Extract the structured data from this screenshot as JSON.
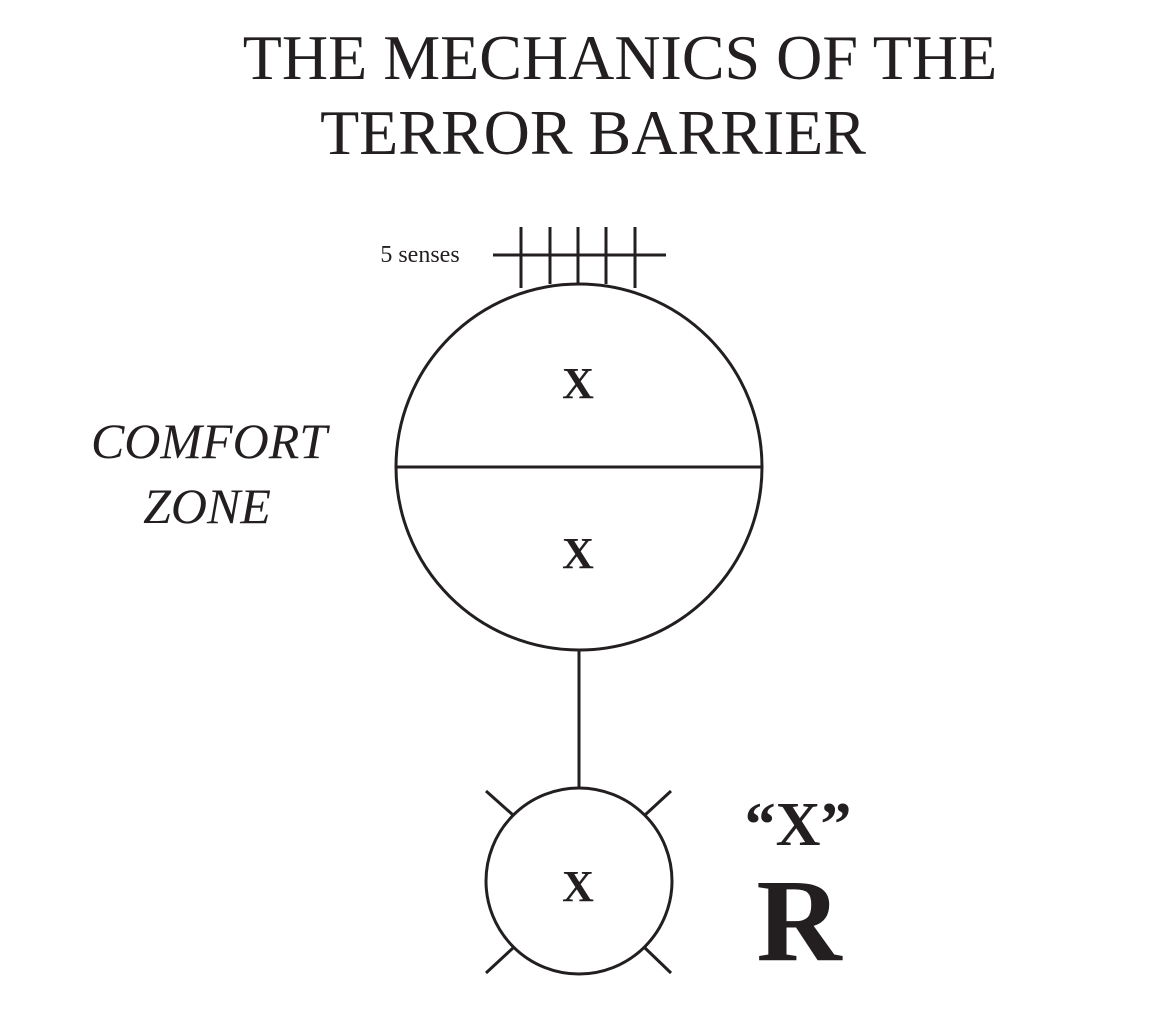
{
  "title": {
    "line1": "THE MECHANICS OF THE",
    "line2": "TERROR BARRIER"
  },
  "senses": {
    "label": "5 senses"
  },
  "comfort_zone": {
    "line1": "COMFORT",
    "line2": "ZONE"
  },
  "mind": {
    "upper_mark": "X",
    "lower_mark": "X"
  },
  "body": {
    "mark": "X"
  },
  "result": {
    "quote": "“X”",
    "letter": "R"
  },
  "colors": {
    "ink": "#231f20",
    "background": "#ffffff"
  }
}
